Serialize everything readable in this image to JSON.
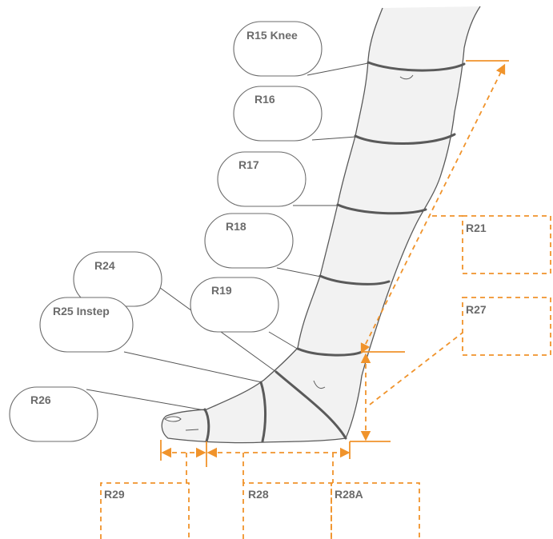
{
  "labels": {
    "r15": "R15 Knee",
    "r16": "R16",
    "r17": "R17",
    "r18": "R18",
    "r19": "R19",
    "r24": "R24",
    "r25": "R25 Instep",
    "r26": "R26",
    "r21": "R21",
    "r27": "R27",
    "r28": "R28",
    "r28a": "R28A",
    "r29": "R29"
  },
  "colors": {
    "accent": "#f0932b",
    "outline": "#5a5a5a",
    "leg_fill": "#f2f2f2",
    "text": "#6b6b6b"
  }
}
